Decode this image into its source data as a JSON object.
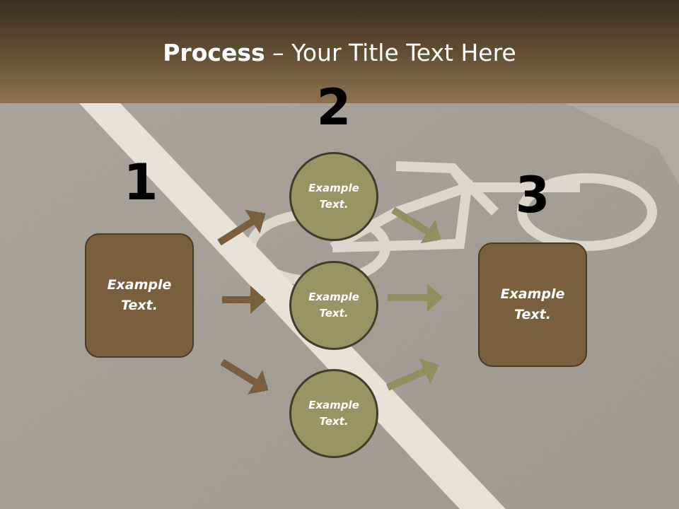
{
  "title": {
    "bold": "Process",
    "rest": " – Your Title Text Here"
  },
  "steps": {
    "one": "1",
    "two": "2",
    "three": "3"
  },
  "left_box": {
    "text": "Example\nText."
  },
  "right_box": {
    "text": "Example\nText."
  },
  "circles": [
    {
      "text": "Example\nText."
    },
    {
      "text": "Example\nText."
    },
    {
      "text": "Example\nText."
    }
  ],
  "colors": {
    "box_fill": "#7a5f3f",
    "circle_fill": "#969665",
    "left_arrows": "#7a5f3f",
    "right_arrows": "#8f8f60",
    "header_top": "#3b3020",
    "header_bottom": "#8c7250"
  }
}
